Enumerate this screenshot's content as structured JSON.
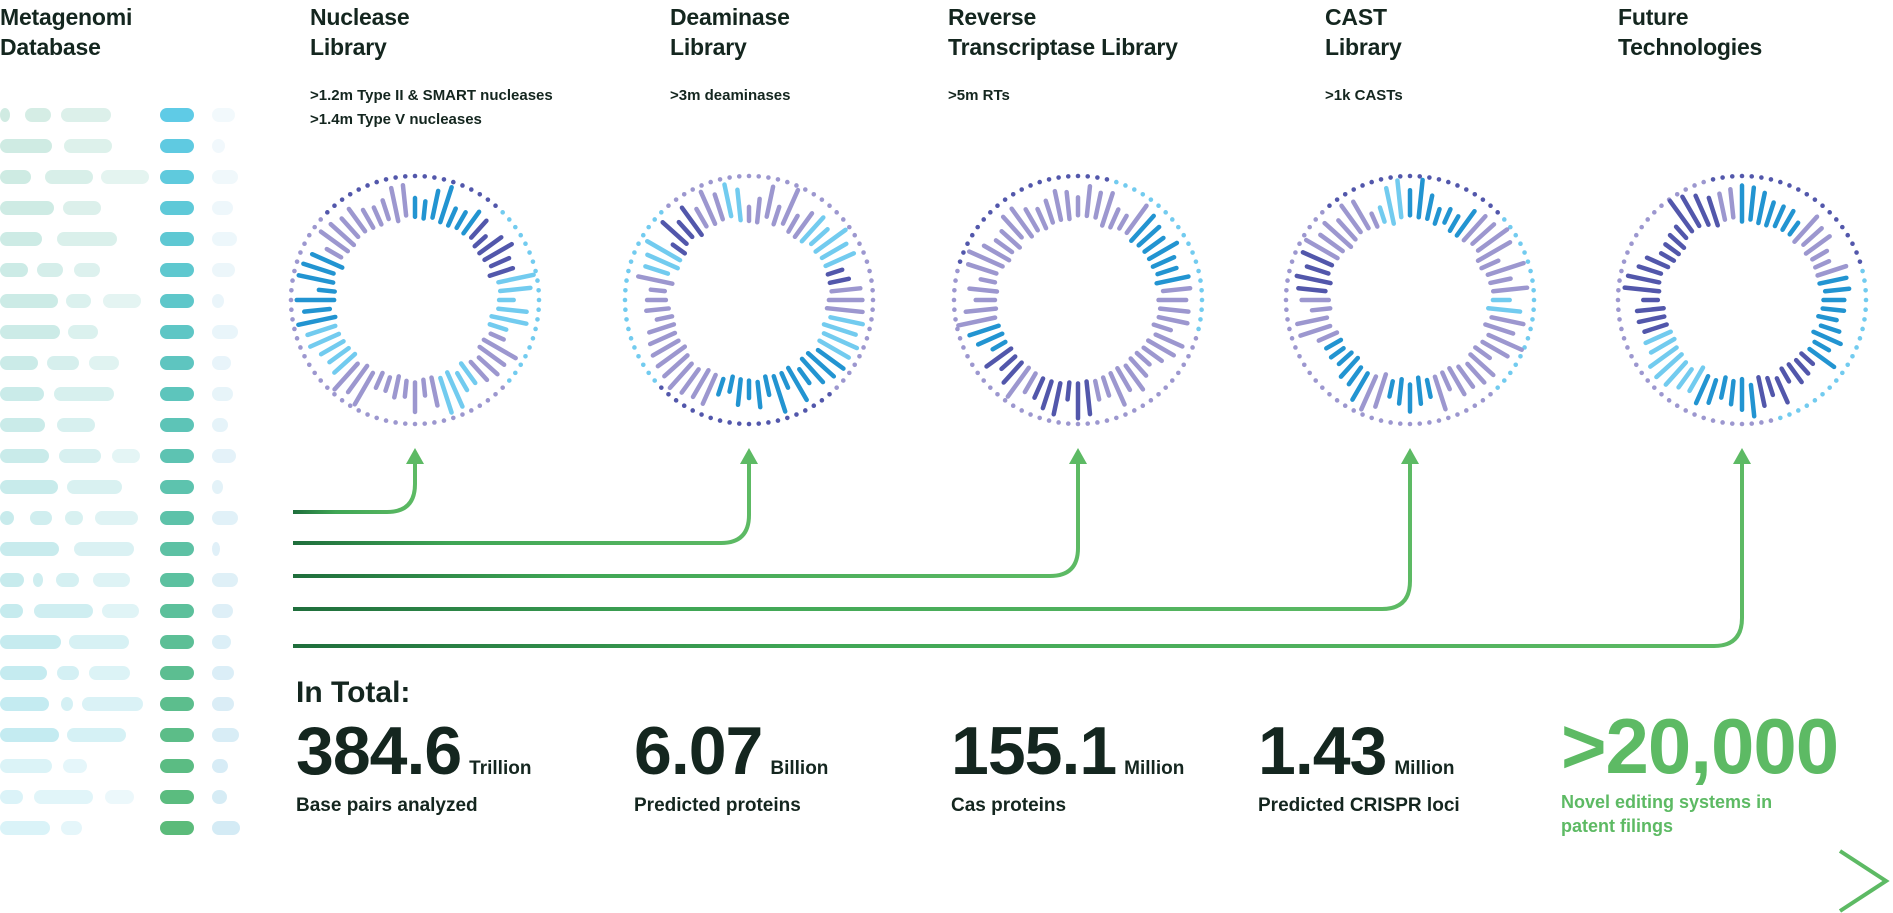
{
  "headers": [
    {
      "title": [
        "Metagenomi",
        "Database"
      ],
      "subtitle": []
    },
    {
      "title": [
        "Nuclease",
        "Library"
      ],
      "subtitle": [
        ">1.2m Type II & SMART nucleases",
        ">1.4m Type V nucleases"
      ]
    },
    {
      "title": [
        "Deaminase",
        "Library"
      ],
      "subtitle": [
        ">3m deaminases"
      ]
    },
    {
      "title": [
        "Reverse",
        "Transcriptase Library"
      ],
      "subtitle": [
        ">5m RTs"
      ]
    },
    {
      "title": [
        "CAST",
        "Library"
      ],
      "subtitle": [
        ">1k CASTs"
      ]
    },
    {
      "title": [
        "Future",
        "Technologies"
      ],
      "subtitle": []
    }
  ],
  "totals": {
    "heading": "In Total:",
    "stats": [
      {
        "value": "384.6",
        "unit": "Trillion",
        "label": "Base pairs analyzed"
      },
      {
        "value": "6.07",
        "unit": "Billion",
        "label": "Predicted proteins"
      },
      {
        "value": "155.1",
        "unit": "Million",
        "label": "Cas proteins"
      },
      {
        "value": "1.43",
        "unit": "Million",
        "label": "Predicted CRISPR loci"
      },
      {
        "value": ">20,000",
        "unit": "",
        "label": "Novel editing systems in patent filings"
      }
    ]
  },
  "colors": {
    "text": "#14261f",
    "green": "#5dba64",
    "dark_green": "#1f7a3a",
    "purple_light": "#9c97cf",
    "purple_dark": "#5257ab",
    "blue_light": "#72cbef",
    "blue": "#2294d1"
  }
}
